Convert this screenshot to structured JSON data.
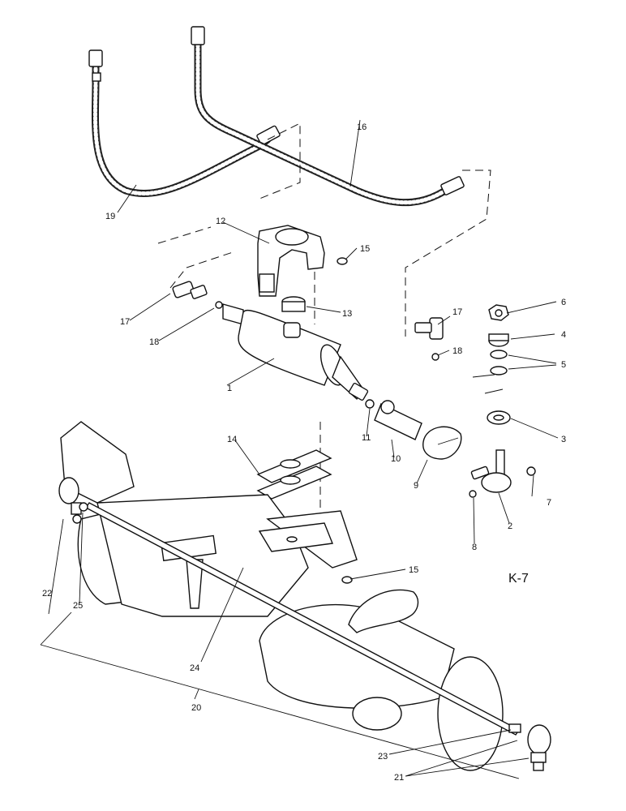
{
  "diagram": {
    "reference": "K-7",
    "callouts": [
      {
        "id": "c1",
        "text": "1"
      },
      {
        "id": "c2",
        "text": "2"
      },
      {
        "id": "c3",
        "text": "3"
      },
      {
        "id": "c4",
        "text": "4"
      },
      {
        "id": "c5",
        "text": "5"
      },
      {
        "id": "c6",
        "text": "6"
      },
      {
        "id": "c7",
        "text": "7"
      },
      {
        "id": "c8",
        "text": "8"
      },
      {
        "id": "c9",
        "text": "9"
      },
      {
        "id": "c10",
        "text": "10"
      },
      {
        "id": "c11",
        "text": "11"
      },
      {
        "id": "c12",
        "text": "12"
      },
      {
        "id": "c13",
        "text": "13"
      },
      {
        "id": "c14",
        "text": "14"
      },
      {
        "id": "c15a",
        "text": "15"
      },
      {
        "id": "c15b",
        "text": "15"
      },
      {
        "id": "c16",
        "text": "16"
      },
      {
        "id": "c17a",
        "text": "17"
      },
      {
        "id": "c17b",
        "text": "17"
      },
      {
        "id": "c18a",
        "text": "18"
      },
      {
        "id": "c18b",
        "text": "18"
      },
      {
        "id": "c19",
        "text": "19"
      },
      {
        "id": "c20",
        "text": "20"
      },
      {
        "id": "c21",
        "text": "21"
      },
      {
        "id": "c22",
        "text": "22"
      },
      {
        "id": "c23",
        "text": "23"
      },
      {
        "id": "c24",
        "text": "24"
      },
      {
        "id": "c25",
        "text": "25"
      }
    ]
  }
}
